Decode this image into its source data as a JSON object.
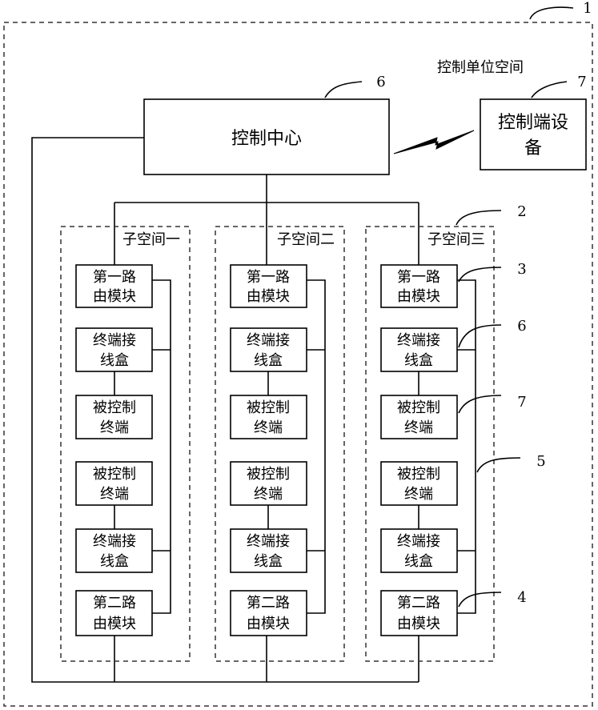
{
  "control_unit_space": {
    "label": "控制单位空间"
  },
  "control_center": {
    "label": "控制中心"
  },
  "control_terminal_device": {
    "label_line1": "控制端设",
    "label_line2": "备"
  },
  "subspaces": [
    {
      "title": "子空间一",
      "modules": [
        {
          "line1": "第一路",
          "line2": "由模块"
        },
        {
          "line1": "终端接",
          "line2": "线盒"
        },
        {
          "line1": "被控制",
          "line2": "终端"
        },
        {
          "line1": "被控制",
          "line2": "终端"
        },
        {
          "line1": "终端接",
          "line2": "线盒"
        },
        {
          "line1": "第二路",
          "line2": "由模块"
        }
      ]
    },
    {
      "title": "子空间二",
      "modules": [
        {
          "line1": "第一路",
          "line2": "由模块"
        },
        {
          "line1": "终端接",
          "line2": "线盒"
        },
        {
          "line1": "被控制",
          "line2": "终端"
        },
        {
          "line1": "被控制",
          "line2": "终端"
        },
        {
          "line1": "终端接",
          "line2": "线盒"
        },
        {
          "line1": "第二路",
          "line2": "由模块"
        }
      ]
    },
    {
      "title": "子空间三",
      "modules": [
        {
          "line1": "第一路",
          "line2": "由模块"
        },
        {
          "line1": "终端接",
          "line2": "线盒"
        },
        {
          "line1": "被控制",
          "line2": "终端"
        },
        {
          "line1": "被控制",
          "line2": "终端"
        },
        {
          "line1": "终端接",
          "line2": "线盒"
        },
        {
          "line1": "第二路",
          "line2": "由模块"
        }
      ]
    }
  ],
  "reference_numbers": {
    "outer": "1",
    "subspace": "2",
    "first_router": "3",
    "second_router": "4",
    "bus": "5",
    "junction_box": "6",
    "controlled_terminal": "7",
    "control_center": "6",
    "control_terminal_device": "7"
  }
}
